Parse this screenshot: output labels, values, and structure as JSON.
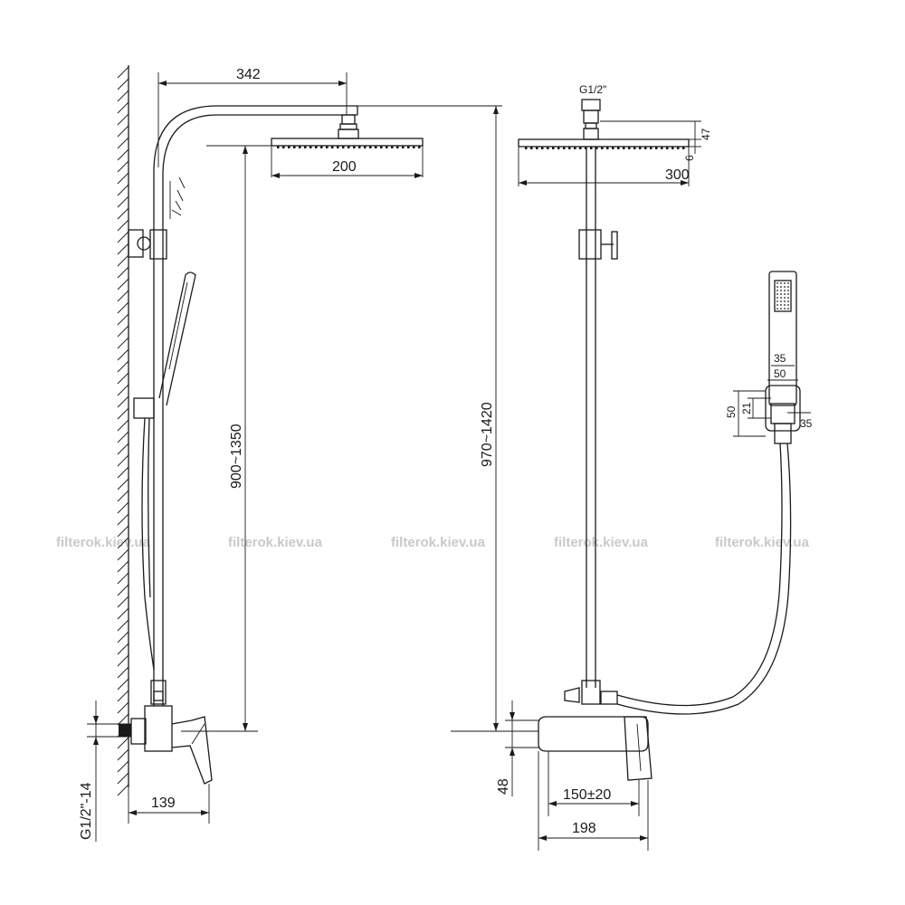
{
  "dimensions": {
    "arm_length": "342",
    "head_square_side": "200",
    "wall_to_head_height": "900~1350",
    "total_height": "970~1420",
    "inlet_thread": "G1/2\"-14",
    "mixer_projection": "139",
    "head_thread": "G1/2\"",
    "head_thickness": "47",
    "head_edge": "6",
    "head_width_front": "300",
    "holder_top": "35",
    "holder_width": "50",
    "holder_height": "50",
    "holder_inner": "21",
    "holder_depth": "35",
    "mixer_height": "48",
    "inlet_spacing": "150±20",
    "mixer_length": "198"
  },
  "watermarks": [
    "filterok.kiev.ua",
    "filterok.kiev.ua",
    "filterok.kiev.ua",
    "filterok.kiev.ua",
    "filterok.kiev.ua"
  ]
}
